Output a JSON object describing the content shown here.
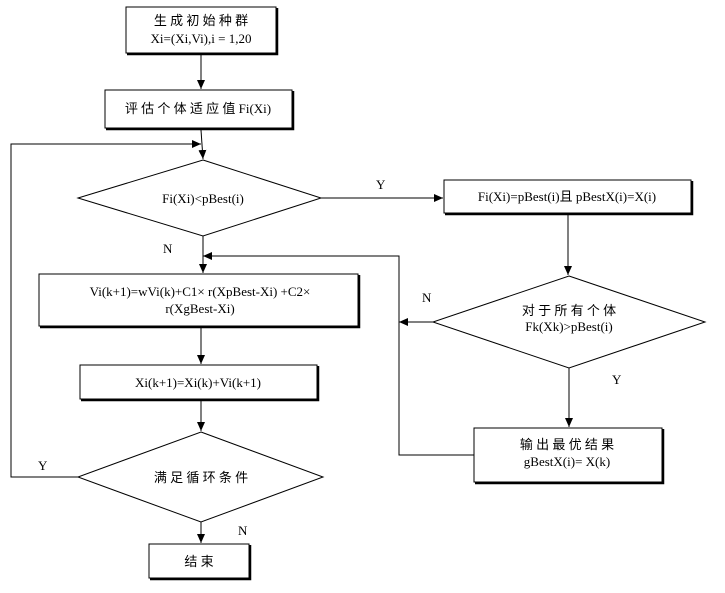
{
  "nodes": {
    "init_population": {
      "line1": "生 成 初 始 种 群",
      "line2": "Xi=(Xi,Vi),i = 1,20"
    },
    "evaluate_fitness": {
      "line1": "评 估 个 体 适 应 值 Fi(Xi)"
    },
    "decision_pbest": {
      "line1": "Fi(Xi)<pBest(i)"
    },
    "update_pbest": {
      "line1": "Fi(Xi)=pBest(i)且 pBestX(i)=X(i)"
    },
    "decision_all": {
      "line1": "对 于 所 有 个 体",
      "line2": "Fk(Xk)>pBest(i)"
    },
    "update_velocity": {
      "line1": "Vi(k+1)=wVi(k)+C1× r(XpBest-Xi)  +C2×",
      "line2": "r(XgBest-Xi)"
    },
    "update_position": {
      "line1": "Xi(k+1)=Xi(k)+Vi(k+1)"
    },
    "output_best": {
      "line1": "输 出 最 优 结 果",
      "line2": "gBestX(i)= X(k)"
    },
    "decision_loop": {
      "line1": "满 足 循 环 条 件"
    },
    "end": {
      "line1": "结 束"
    }
  },
  "edge_labels": {
    "pbest_yes": "Y",
    "pbest_no": "N",
    "all_no": "N",
    "all_yes": "Y",
    "loop_yes": "Y",
    "loop_no": "N"
  }
}
